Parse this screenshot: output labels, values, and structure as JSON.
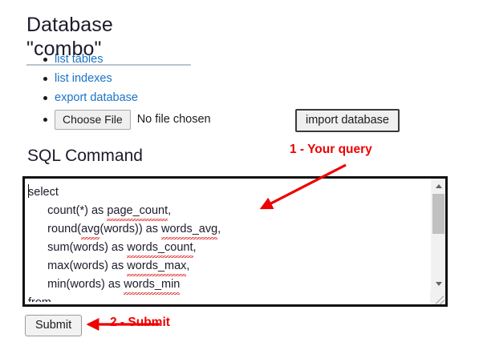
{
  "page": {
    "title": "Database \"combo\"",
    "sql_heading": "SQL Command"
  },
  "actions": {
    "links": [
      {
        "label": "list tables",
        "name": "list-tables-link"
      },
      {
        "label": "list indexes",
        "name": "list-indexes-link"
      },
      {
        "label": "export database",
        "name": "export-database-link"
      }
    ],
    "file_input": {
      "button_label": "Choose File",
      "status_text": "No file chosen"
    },
    "import_button_label": "import database"
  },
  "sql_editor": {
    "lines": [
      {
        "indent": 0,
        "text": "select",
        "spell": []
      },
      {
        "indent": 1,
        "text": "count(*) as page_count,",
        "spell": [
          "page_count"
        ]
      },
      {
        "indent": 1,
        "text": "round(avg(words)) as words_avg,",
        "spell": [
          "avg",
          "words_avg"
        ]
      },
      {
        "indent": 1,
        "text": "sum(words) as words_count,",
        "spell": [
          "words_count"
        ]
      },
      {
        "indent": 1,
        "text": "max(words) as words_max,",
        "spell": [
          "words_max"
        ]
      },
      {
        "indent": 1,
        "text": "min(words) as words_min",
        "spell": [
          "words_min"
        ]
      },
      {
        "indent": 0,
        "text": "from",
        "spell": []
      }
    ],
    "full_value": "select\n     count(*) as page_count,\n     round(avg(words)) as words_avg,\n     sum(words) as words_count,\n     max(words) as words_max,\n     min(words) as words_min\nfrom",
    "scroll_position": "top"
  },
  "submit": {
    "label": "Submit"
  },
  "annotations": [
    {
      "id": "step-1",
      "text": "1 - Your query",
      "color": "#ee0000"
    },
    {
      "id": "step-2",
      "text": "2 - Submit",
      "color": "#ee0000"
    }
  ],
  "colors": {
    "link": "#1a73c7",
    "annotation_red": "#ee0000",
    "heading": "#1b1b2b",
    "textarea_border": "#111111",
    "spellcheck_underline": "#e02020"
  }
}
